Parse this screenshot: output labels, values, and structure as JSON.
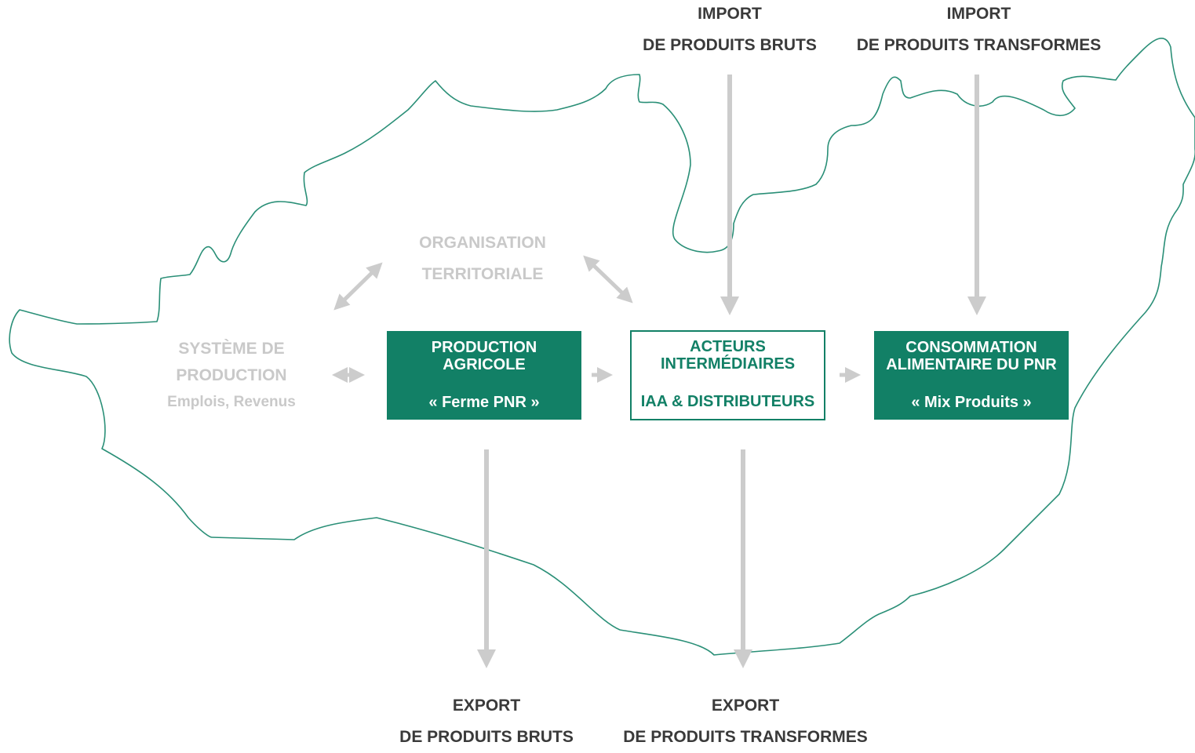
{
  "colors": {
    "accent_green": "#128066",
    "outline_green": "#2a8f77",
    "arrow_gray": "#cccccc",
    "faded_text": "#c9c9c9",
    "dark_text": "#3a3a3a"
  },
  "imports": [
    {
      "line1": "IMPORT",
      "line2": "DE PRODUITS BRUTS"
    },
    {
      "line1": "IMPORT",
      "line2": "DE PRODUITS TRANSFORMES"
    }
  ],
  "exports": [
    {
      "line1": "EXPORT",
      "line2": "DE PRODUITS BRUTS"
    },
    {
      "line1": "EXPORT",
      "line2": "DE PRODUITS TRANSFORMES"
    }
  ],
  "organisation": {
    "line1": "ORGANISATION",
    "line2": "TERRITORIALE"
  },
  "systeme": {
    "line1": "SYSTÈME DE",
    "line2": "PRODUCTION",
    "line3": "Emplois, Revenus"
  },
  "boxes": {
    "production": {
      "title_line1": "PRODUCTION",
      "title_line2": "AGRICOLE",
      "subtitle": "« Ferme PNR »"
    },
    "acteurs": {
      "title_line1": "ACTEURS",
      "title_line2": "INTERMÉDIAIRES",
      "subtitle": "IAA & DISTRIBUTEURS"
    },
    "consommation": {
      "title_line1": "CONSOMMATION",
      "title_line2": "ALIMENTAIRE DU PNR",
      "subtitle": "« Mix Produits »"
    }
  }
}
